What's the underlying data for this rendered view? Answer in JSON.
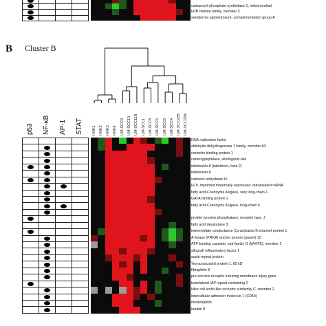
{
  "panel_a": {
    "genes": [
      "",
      "",
      "carbamoyl-phosphate synthetase 1, mitochondrial",
      "H2B histone family, member C",
      "xeroderma pigmentosum, complementation group A"
    ],
    "tf_rows": [
      [
        1,
        0,
        0,
        0
      ],
      [
        1,
        0,
        0,
        0
      ],
      [
        1,
        0,
        0,
        0
      ],
      [
        1,
        0,
        0,
        0
      ],
      [
        1,
        0,
        0,
        0
      ]
    ],
    "heat": [
      "BBBRGBRRRRRBBB",
      "BBBrgBRRRRRrBB",
      "BBgGgBRRRRRRBB",
      "BBBgBBRRRRRRrB",
      "BBBBBBBRRRRRBB"
    ]
  },
  "panel_b": {
    "label": "B",
    "title": "Cluster B",
    "tf_headers": [
      "p53",
      "NF-κB",
      "AP-1",
      "STAT"
    ],
    "samples": [
      "HNK1",
      "HNK2",
      "HNK3",
      "HNK4",
      "UM-SCC9",
      "UM-SCC10",
      "UM-SCC11B",
      "UM-SCC1",
      "UM-SCC8",
      "UM-SCC5",
      "UM-SCC6",
      "UM-SCC4",
      "UM-SCC22B",
      "UM-SCC22A"
    ],
    "genes": [
      "DNA replication factor",
      "aldehyde dehydrogenase 1 family, member A3",
      "cortactin binding protein 1",
      "carboxypeptidase, vitellogenic-like",
      "interleukin 8 (interferon, beta 2)",
      "interleukin 8",
      "carbonic anhydrase IX",
      "H19, imprinted maternally expressed untranslated mRNA",
      "fatty acid-Coenzyme A ligase, very long-chain 1",
      "GATA binding protein 2",
      "fatty acid-Coenzyme A ligase, long-chain 6",
      "",
      "protein tyrosine phosphatase, receptor type, J",
      "fatty acid desaturase 3",
      "intermediate conductance Ca-activated K-channel protein 1",
      "A kinase (PRKA) anchor protein (gravin) 12",
      "ATP-binding cassette, sub-family G (WHITE), member 2",
      "allograft inflammatory factor 1",
      "sushi-repeat protein",
      "Yes-associated protein 1, 65 kD",
      "fibrophilin 8",
      "pre-oncosis receptor inducing membrane injury gene",
      "basolateral IAP repeat containing 2",
      "killer cell lectin-like receptor subfamily C, member 2",
      "intercellular adhesion molecule 1 (CD54)",
      "melanophilin",
      "keratin 8"
    ],
    "tf_rows": [
      [
        0,
        0,
        0,
        0
      ],
      [
        0,
        1,
        0,
        0
      ],
      [
        0,
        1,
        0,
        0
      ],
      [
        0,
        1,
        0,
        0
      ],
      [
        1,
        1,
        0,
        0
      ],
      [
        0,
        1,
        0,
        0
      ],
      [
        1,
        1,
        0,
        0
      ],
      [
        0,
        1,
        1,
        0
      ],
      [
        0,
        1,
        0,
        0
      ],
      [
        0,
        1,
        0,
        0
      ],
      [
        0,
        1,
        1,
        0
      ],
      [
        0,
        1,
        0,
        0
      ],
      [
        1,
        0,
        0,
        0
      ],
      [
        0,
        0,
        0,
        0
      ],
      [
        1,
        0,
        0,
        0
      ],
      [
        0,
        1,
        0,
        0
      ],
      [
        0,
        1,
        0,
        0
      ],
      [
        0,
        1,
        0,
        0
      ],
      [
        0,
        1,
        0,
        0
      ],
      [
        0,
        1,
        0,
        0
      ],
      [
        0,
        1,
        0,
        0
      ],
      [
        0,
        1,
        0,
        0
      ],
      [
        1,
        0,
        0,
        0
      ],
      [
        0,
        1,
        0,
        0
      ],
      [
        0,
        1,
        0,
        0
      ],
      [
        0,
        1,
        0,
        0
      ],
      [
        0,
        1,
        0,
        0
      ]
    ],
    "heat": [
      "BgRBGBRrBgGBrB",
      "BgRBBRRRRBBBrB",
      "BBRRRRRRBBBBrB",
      "BBRRRRRRrBBBBB",
      "BBRRRRRRRBgBBB",
      "BBRRRRRRRBBBBB",
      "BBRRRRRRRrBBBB",
      "BBRRRRRRRBBBBB",
      "BBRRRRRRRBBBBB",
      "BBRRRRRRrBBBBB",
      "BBRRRRRRRBBBBB",
      "BBRRRRRRRrBBBB",
      "BBRRRRRRRBBBBB",
      "BBRRRRRRRBBgBB",
      "BgRRRRRRRBgGgB",
      "rBRRRRRrRBgGgB",
      "WBRRRRRRRBBgBB",
      "BBRRrRRRrBBBBB",
      "BBrRRRrRBBBrBB",
      "BBBRrRBRBBBBrB",
      "BBBRRRBRBBgBBB",
      "BBBRRrBBBBBBrB",
      "BBBBRRBRBgBBrB",
      "WBWBWRrRBgBBBB",
      "BBBRRRrBrBBBBB",
      "BBBRRRBBBgBBBB",
      "BBBBRRRBBBBBBB"
    ],
    "colors": {
      "B": "#0b0b0b",
      "R": "#e0141d",
      "r": "#7a0e0e",
      "G": "#2fc72b",
      "g": "#1f5a1c",
      "W": "#9a9a9a"
    }
  }
}
